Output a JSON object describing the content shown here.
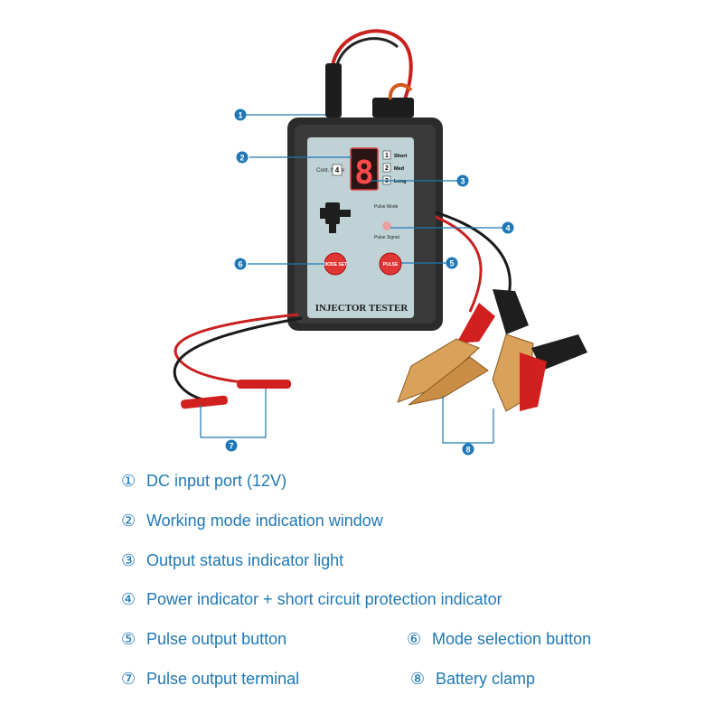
{
  "device": {
    "title": "INJECTOR TESTER",
    "digit": "8",
    "cont_mode_label": "Cont. Mode",
    "cont_mode_value": "4",
    "modes": [
      {
        "num": "1",
        "label": "Short"
      },
      {
        "num": "2",
        "label": "Med"
      },
      {
        "num": "3",
        "label": "Long"
      }
    ],
    "pulse_mode_label": "Pulse Mode",
    "pulse_signal_label": "Pulse Signal",
    "mode_button": "MODE SET",
    "pulse_button": "PULSE"
  },
  "callouts": [
    "1",
    "2",
    "3",
    "4",
    "5",
    "6",
    "7",
    "8"
  ],
  "legend": [
    {
      "num": "①",
      "text": "DC input port (12V)"
    },
    {
      "num": "②",
      "text": "Working mode indication window"
    },
    {
      "num": "③",
      "text": "Output status indicator light"
    },
    {
      "num": "④",
      "text": "Power indicator + short circuit protection indicator"
    },
    {
      "num": "⑤",
      "text": "Pulse output button"
    },
    {
      "num": "⑥",
      "text": "Mode selection button"
    },
    {
      "num": "⑦",
      "text": "Pulse output terminal"
    },
    {
      "num": "⑧",
      "text": "Battery clamp"
    }
  ],
  "colors": {
    "accent": "#1f78b5",
    "device_body": "#2b2b2b",
    "panel": "#bfd3d6",
    "wire_red": "#d21f1f",
    "wire_black": "#1a1a1a",
    "clamp": "#d9a15a"
  }
}
